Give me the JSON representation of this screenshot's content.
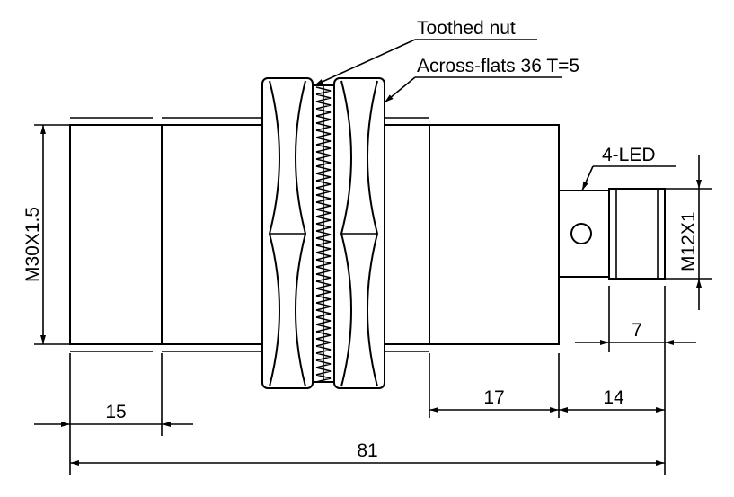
{
  "callouts": {
    "toothed_nut": "Toothed nut",
    "across_flats": "Across-flats 36 T=5",
    "led": "4-LED"
  },
  "dimensions": {
    "thread": "M30X1.5",
    "connector_thread": "M12X1",
    "front_length": "15",
    "rear_body_length": "17",
    "connector_length": "14",
    "connector_nut_length": "7",
    "overall_length": "81"
  }
}
